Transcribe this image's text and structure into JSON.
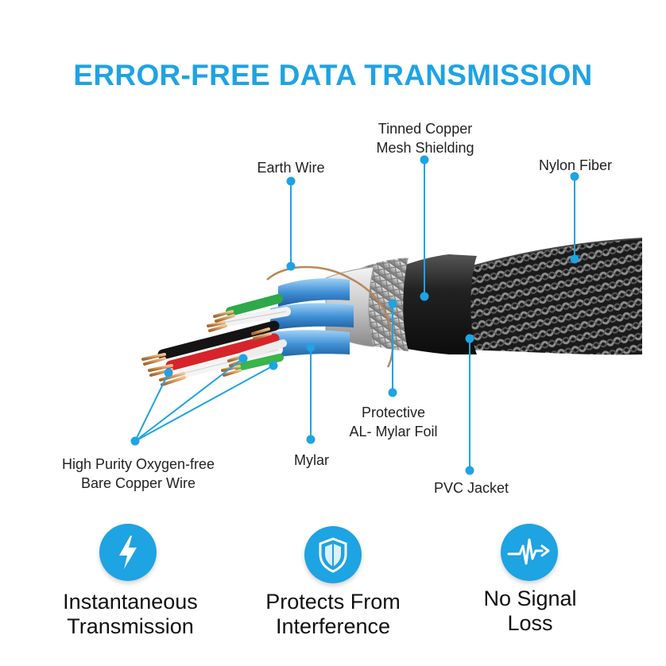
{
  "title": "ERROR-FREE DATA TRANSMISSION",
  "labels": {
    "tinned_copper": [
      "Tinned Copper",
      "Mesh Shielding"
    ],
    "earth_wire": "Earth Wire",
    "nylon_fiber": "Nylon Fiber",
    "protective_foil": [
      "Protective",
      "AL- Mylar Foil"
    ],
    "mylar": "Mylar",
    "copper_wire": [
      "High Purity Oxygen-free",
      "Bare Copper Wire"
    ],
    "pvc_jacket": "PVC Jacket"
  },
  "features": [
    {
      "icon": "lightning-bolt-icon",
      "lines": [
        "Instantaneous",
        "Transmission"
      ]
    },
    {
      "icon": "shield-icon",
      "lines": [
        "Protects From",
        "Interference"
      ]
    },
    {
      "icon": "signal-wave-icon",
      "lines": [
        "No Signal",
        "Loss"
      ]
    }
  ],
  "colors": {
    "accent": "#1ea3e3",
    "text": "#222222",
    "jacket": "#1c1c1c",
    "copper": "#c98a4b"
  }
}
